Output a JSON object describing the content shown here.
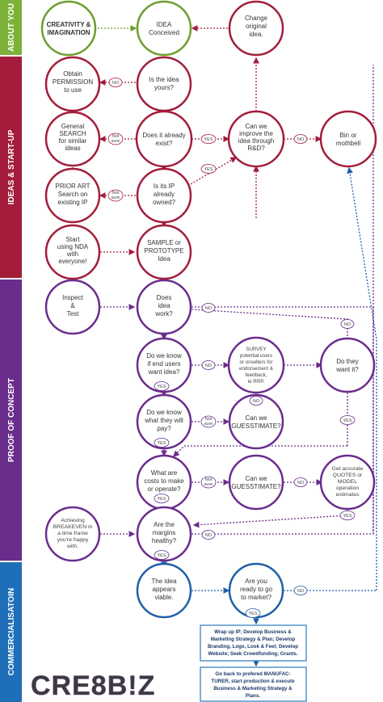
{
  "sections": {
    "about_you": "ABOUT YOU",
    "ideas_startup": "IDEAS & START-UP",
    "proof_of_concept": "PROOF OF CONCEPT",
    "commercialisation": "COMMERCIALISATOIN"
  },
  "nodes": {
    "creativity": [
      "CREATIVITY &",
      "IMAGINATION"
    ],
    "idea_conceived": [
      "IDEA",
      "Conceived"
    ],
    "change_idea": [
      "Change",
      "original",
      "idea."
    ],
    "obtain_permission": [
      "Obtain",
      "PERMISSION",
      "to use"
    ],
    "is_idea_yours": [
      "Is the idea",
      "yours?"
    ],
    "general_search": [
      "General",
      "SEARCH",
      "for similar",
      "ideas"
    ],
    "already_exist": [
      "Does it already",
      "exist?"
    ],
    "improve_idea": [
      "Can we",
      "improve the",
      "idea through",
      "R&D?"
    ],
    "bin": [
      "Bin or",
      "mothbell"
    ],
    "prior_art": [
      "PRIOR ART",
      "Search on",
      "existing IP"
    ],
    "ip_owned": [
      "Is its IP",
      "already",
      "owned?"
    ],
    "start_nda": [
      "Start",
      "using NDA",
      "with",
      "everyone!"
    ],
    "sample": [
      "SAMPLE or",
      "PROTOTYPE",
      "Idea"
    ],
    "inspect": [
      "Inspect",
      "&",
      "Test"
    ],
    "idea_work": [
      "Does",
      "idea",
      "work?"
    ],
    "end_users": [
      "Do we know",
      "if end users",
      "want idea?"
    ],
    "survey": [
      "SURVEY",
      "potential users",
      "or onsellers for",
      "endorsement &",
      "feedback,",
      "ie RRP."
    ],
    "they_want": [
      "Do they",
      "want it?"
    ],
    "willing_pay": [
      "Do we know",
      "what they will",
      "pay?"
    ],
    "guesstimate1": [
      "Can we",
      "GUESSTIMATE?"
    ],
    "costs": [
      "What are",
      "costs to make",
      "or operate?"
    ],
    "guesstimate2": [
      "Can we",
      "GUESSTIMATE?"
    ],
    "quotes": [
      "Get accurate",
      "QUOTES or",
      "MODEL",
      "operation",
      "estimates"
    ],
    "breakeven": [
      "Achieving",
      "BREAKEVEN in",
      "a time frame",
      "you're happy",
      "with."
    ],
    "margins": [
      "Are the",
      "margins",
      "healthy?"
    ],
    "viable": [
      "The idea",
      "appears",
      "viable."
    ],
    "ready_market": [
      "Are you",
      "ready to go",
      "to market?"
    ]
  },
  "labels": {
    "no": "NO",
    "yes": "YES",
    "not_sure": [
      "Not",
      "sure"
    ]
  },
  "boxes": {
    "wrap_up": [
      "Wrap up IP; Develop Business &",
      "Marketing Strategy & Plan; Develop",
      "Branding, Logo, Look & Feel; Develop",
      "Website; Seek Crowdfunding; Grants."
    ],
    "manufacturer": [
      "Go back to prefered MANUFAC-",
      "TURER, start production & execute",
      "Business & Marketing Strategy &",
      "Plans."
    ]
  },
  "logo": "CRE8B!Z",
  "colors": {
    "about_you": "#7db239",
    "ideas_startup": "#a31d3b",
    "proof_of_concept": "#6a2d8c",
    "commercialisation": "#1f6fb8",
    "green_node": "#6d9e2e",
    "red_node": "#a31d3b",
    "purple_node": "#6a2d8c",
    "blue_node": "#1f5fa8",
    "box_border": "#2a7ac0"
  }
}
